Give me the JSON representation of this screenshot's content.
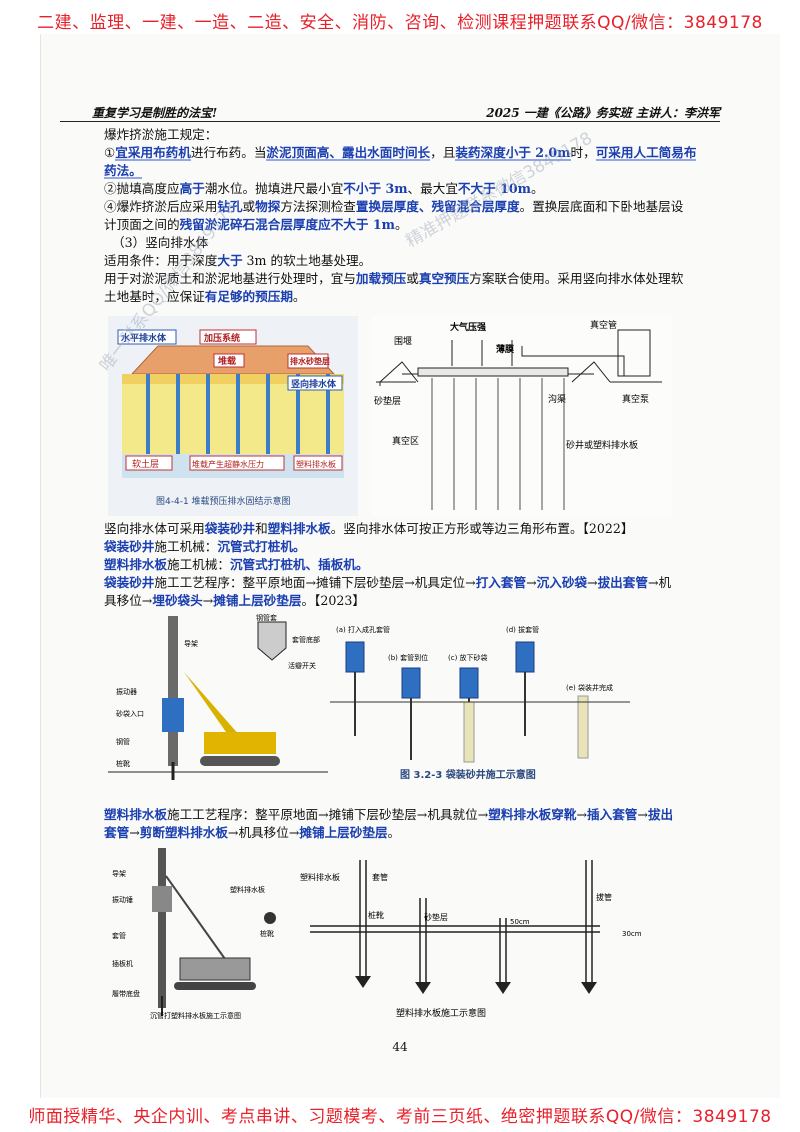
{
  "banner_top": "二建、监理、一建、一造、二造、安全、消防、咨询、检测课程押题联系QQ/微信：3849178",
  "banner_bottom": "师面授精华、央企内训、考点串讲、习题模考、考前三页纸、绝密押题联系QQ/微信：3849178",
  "header": {
    "left": "重复学习是制胜的法宝!",
    "right": "2025 一建《公路》务实班 主讲人：李洪军"
  },
  "text": {
    "l1": "爆炸挤淤施工规定：",
    "l2a": "①",
    "l2b": "宜采用布药机",
    "l2c": "进行布药。当",
    "l2d": "淤泥顶面高、露出水面时间长",
    "l2e": "，且",
    "l2f": "装药深度小于 2.0m",
    "l2g": "时，",
    "l2h": "可采用人工简易布",
    "l3": "药法。",
    "l4a": "②抛填高度应",
    "l4b": "高于",
    "l4c": "潮水位。抛填进尺最小宜",
    "l4d": "不小于 3m",
    "l4e": "、最大宜",
    "l4f": "不大于 10m",
    "l4g": "。",
    "l5a": "④爆炸挤淤后应采用",
    "l5b": "钻孔",
    "l5c": "或",
    "l5d": "物探",
    "l5e": "方法探测检查",
    "l5f": "置换层厚度、残留混合层厚度",
    "l5g": "。置换层底面和下卧地基层设",
    "l6a": "计顶面之间的",
    "l6b": "残留淤泥碎石混合层厚度应不大于 1m",
    "l6c": "。",
    "l7": "（3）竖向排水体",
    "l8a": "适用条件：用于深度",
    "l8b": "大于",
    "l8c": " 3m 的软土地基处理。",
    "l9a": "用于对淤泥质土和淤泥地基进行处理时，宜与",
    "l9b": "加载预压",
    "l9c": "或",
    "l9d": "真空预压",
    "l9e": "方案联合使用。采用竖向排水体处理软",
    "l10a": "土地基时，应保证",
    "l10b": "有足够的预压期",
    "l10c": "。",
    "l11a": "竖向排水体可采用",
    "l11b": "袋装砂井",
    "l11c": "和",
    "l11d": "塑料排水板",
    "l11e": "。竖向排水体可按正方形或等边三角形布置。【2022】",
    "l12a": "袋装砂井",
    "l12b": "施工机械：",
    "l12c": "沉管式打桩机。",
    "l13a": "塑料排水板",
    "l13b": "施工机械：",
    "l13c": "沉管式打桩机、插板机。",
    "l14a": "袋装砂井",
    "l14b": "施工工艺程序：整平原地面→摊铺下层砂垫层→机具定位→",
    "l14c": "打入套管",
    "l14d": "→",
    "l14e": "沉入砂袋",
    "l14f": "→",
    "l14g": "拔出套管",
    "l14h": "→机",
    "l15a": "具移位→",
    "l15b": "埋砂袋头",
    "l15c": "→",
    "l15d": "摊铺上层砂垫层",
    "l15e": "。【2023】",
    "l16a": "塑料排水板",
    "l16b": "施工工艺程序：整平原地面→摊铺下层砂垫层→机具就位→",
    "l16c": "塑料排水板穿靴",
    "l16d": "→",
    "l16e": "插入套管",
    "l16f": "→",
    "l16g": "拔出",
    "l17a": "套管",
    "l17b": "→",
    "l17c": "剪断塑料排水板",
    "l17d": "→机具移位→",
    "l17e": "摊铺上层砂垫层",
    "l17f": "。"
  },
  "fig1": {
    "labels": [
      "水平排水体",
      "加压系统",
      "堆载",
      "排水砂垫层",
      "竖向排水体",
      "软土层",
      "堆载产生超静水压力",
      "塑料排水板"
    ],
    "caption": "图4-4-1  堆载预压排水固结示意图"
  },
  "fig2": {
    "labels": [
      "围堰",
      "大气压强",
      "薄膜",
      "真空管",
      "砂垫层",
      "沟渠",
      "真空泵",
      "真空区",
      "砂井或塑料排水板"
    ]
  },
  "fig3": {
    "labels": [
      "钢管套",
      "套管底部",
      "活瓣开关",
      "振动器",
      "砂袋入口",
      "钢管",
      "导架",
      "桩靴"
    ]
  },
  "fig4": {
    "labels": [
      "(a) 打入成孔套管",
      "(b) 套管到位",
      "(c) 放下砂袋",
      "(d) 拔套管",
      "(e) 袋装井完成"
    ],
    "caption": "图 3.2-3  袋装砂井施工示意图"
  },
  "fig5": {
    "labels": [
      "导架",
      "振动锤",
      "套管",
      "塑料排水板",
      "桩靴",
      "插板机",
      "履带底盘"
    ],
    "caption": "沉管打塑料排水板施工示意图"
  },
  "fig6": {
    "labels": [
      "塑料排水板",
      "套管",
      "桩靴",
      "砂垫层",
      "50cm",
      "拔管",
      "30cm"
    ],
    "caption": "塑料排水板施工示意图"
  },
  "watermarks": [
    "唯一联系QQ/微信3849178",
    "精准押题联系微信3849178"
  ],
  "page_number": "44"
}
